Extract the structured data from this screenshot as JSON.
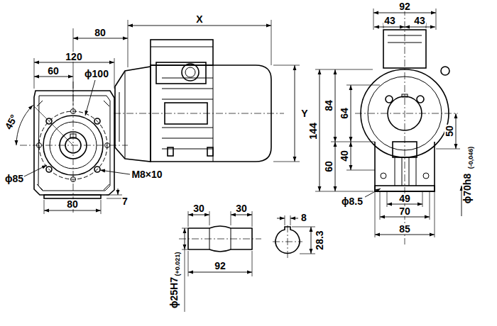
{
  "diagram": {
    "labels": [
      "X",
      "80",
      "120",
      "60",
      "ϕ100",
      "45°",
      "ϕ85",
      "M8×10",
      "Y",
      "80",
      "7",
      "92",
      "43",
      "43",
      "144",
      "84",
      "64",
      "50",
      "40",
      "60",
      "ϕ8.5",
      "49",
      "70",
      "85",
      "ϕ70h8",
      "(-0,046)",
      "30",
      "30",
      "92",
      "8",
      "28.3",
      "ϕ25H7",
      "(+0.021)"
    ]
  }
}
